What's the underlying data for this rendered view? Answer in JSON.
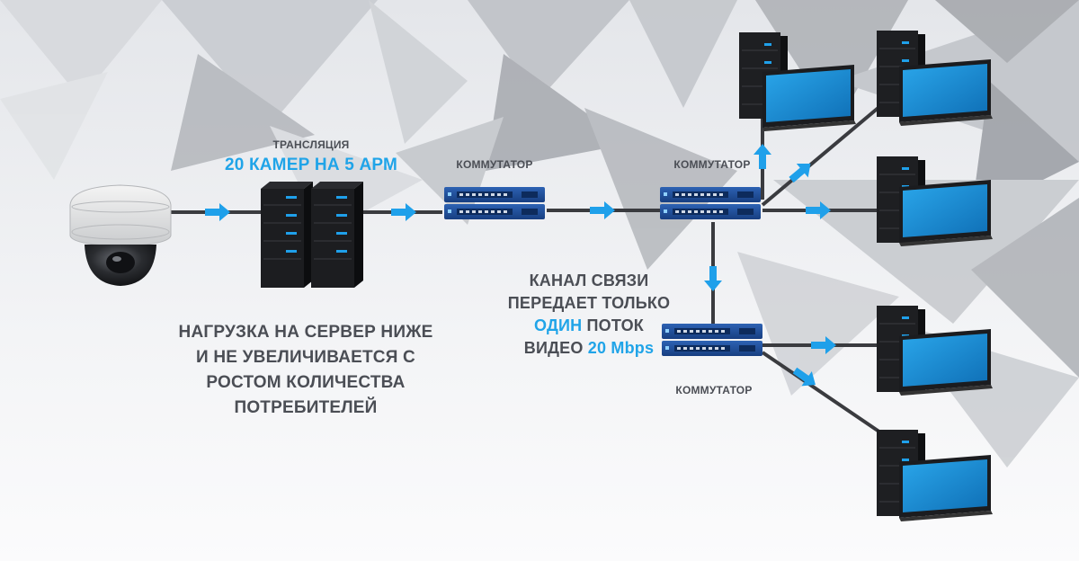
{
  "broadcast": {
    "label": "ТРАНСЛЯЦИЯ",
    "highlight": "20 КАМЕР НА 5 АРМ"
  },
  "switches": {
    "switch1_label": "КОММУТАТОР",
    "switch2_label": "КОММУТАТОР",
    "switch3_label": "КОММУТАТОР"
  },
  "channel_text": {
    "line1": "КАНАЛ СВЯЗИ",
    "line2": "ПЕРЕДАЕТ ТОЛЬКО",
    "line3_accent": "ОДИН",
    "line3_rest": " ПОТОК",
    "line4_rest": "ВИДЕО ",
    "line4_accent": "20 Mbps"
  },
  "server_load_text": {
    "line1": "НАГРУЗКА НА СЕРВЕР НИЖЕ",
    "line2": "И НЕ УВЕЛИЧИВАЕТСЯ С",
    "line3": "РОСТОМ КОЛИЧЕСТВА",
    "line4": "ПОТРЕБИТЕЛЕЙ"
  },
  "colors": {
    "accent": "#20a4e8",
    "text": "#4b4e55",
    "switch_blue": "#1d4f9c",
    "server_dark": "#1c1c1e",
    "monitor_screen": "#1a8fd6"
  },
  "icons": [
    "dome-camera-icon",
    "server-rack-icon",
    "network-switch-icon",
    "workstation-icon",
    "flow-arrow-icon"
  ]
}
